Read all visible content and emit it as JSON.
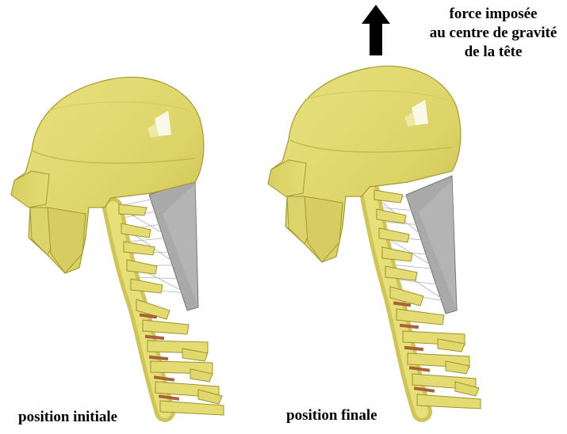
{
  "annotation": {
    "force_lines": [
      "force imposée",
      "au centre de gravité",
      "de la tête"
    ],
    "arrow_icon": "up-arrow-icon"
  },
  "captions": {
    "initial": "position initiale",
    "final": "position finale"
  },
  "colors": {
    "bone": "#e8e07a",
    "bone_dark": "#b8ad3e",
    "disc": "#a8603a",
    "muscle": "#a8a8a8",
    "ligament": "#9a9a9a",
    "arrow": "#000000"
  }
}
